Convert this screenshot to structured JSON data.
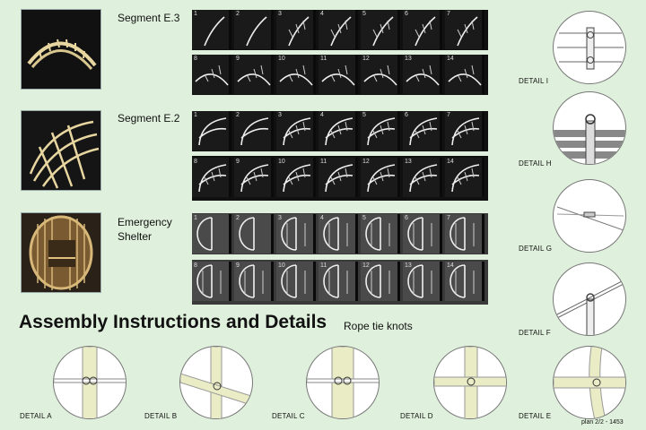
{
  "title": "Assembly Instructions and Details",
  "subtitle": "Rope tie knots",
  "plan_label": "plan 2/2 - 1453",
  "segments": [
    {
      "title": "Segment E.3",
      "frames_row1": [
        "1",
        "2",
        "3",
        "4",
        "5",
        "6",
        "7"
      ],
      "frames_row2": [
        "8",
        "9",
        "10",
        "11",
        "12",
        "13",
        "14"
      ]
    },
    {
      "title": "Segment E.2",
      "frames_row1": [
        "1",
        "2",
        "3",
        "4",
        "5",
        "6",
        "7"
      ],
      "frames_row2": [
        "8",
        "9",
        "10",
        "11",
        "12",
        "13",
        "14"
      ]
    },
    {
      "title_line1": "Emergency",
      "title_line2": "Shelter",
      "frames_row1": [
        "1",
        "2",
        "3",
        "4",
        "5",
        "6",
        "7"
      ],
      "frames_row2": [
        "8",
        "9",
        "10",
        "11",
        "12",
        "13",
        "14"
      ]
    }
  ],
  "details_right": [
    {
      "label": "DETAIL I"
    },
    {
      "label": "DETAIL H"
    },
    {
      "label": "DETAIL G"
    },
    {
      "label": "DETAIL F"
    }
  ],
  "details_bottom": [
    {
      "label": "DETAIL A"
    },
    {
      "label": "DETAIL B"
    },
    {
      "label": "DETAIL C"
    },
    {
      "label": "DETAIL D"
    },
    {
      "label": "DETAIL E"
    }
  ],
  "colors": {
    "background": "#dff1dc",
    "strip": "#111111",
    "wood": "#e8d9a8",
    "beam": "#e9ecc4"
  }
}
